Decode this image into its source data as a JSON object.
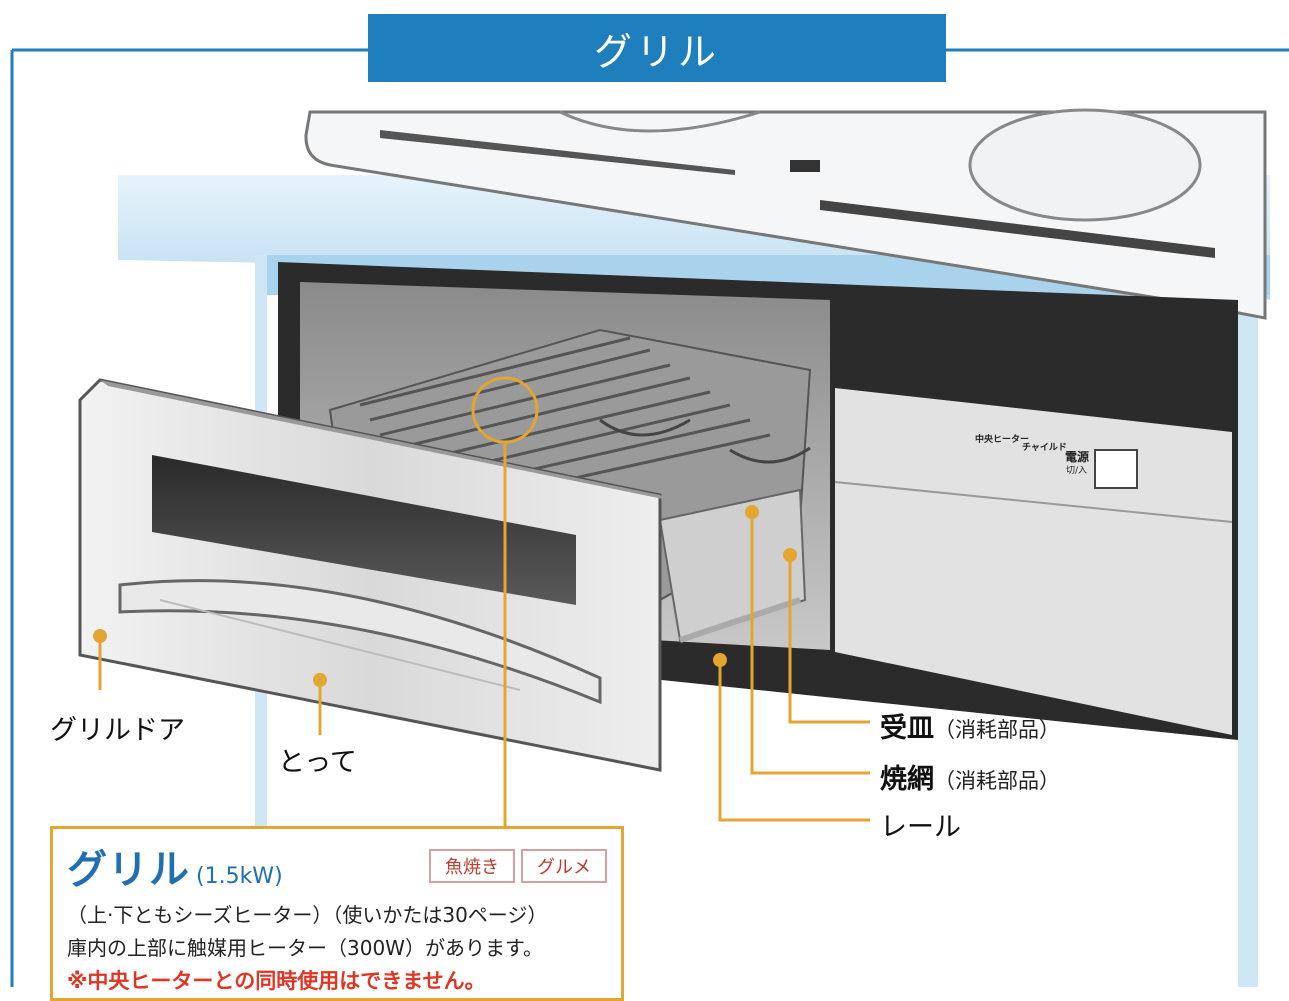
{
  "title": "グリル",
  "labels": {
    "grill_door": "グリルドア",
    "handle": "とって",
    "receiving_tray": "受皿",
    "receiving_tray_note": "（消耗部品）",
    "grill_net": "焼網",
    "grill_net_note": "（消耗部品）",
    "rail": "レール"
  },
  "info_box": {
    "heading": "グリル",
    "power": "(1.5kW)",
    "tags": [
      "魚焼き",
      "グルメ"
    ],
    "line1": "（上·下ともシーズヒーター）（使いかたは30ページ）",
    "line2": "庫内の上部に触媒用ヒーター（300W）があります。",
    "warning": "※中央ヒーターとの同時使用はできません。"
  },
  "panel": {
    "indicator1": "中央ヒーター",
    "indicator2": "チャイルド",
    "power_label": "電源",
    "power_sub": "切/入"
  },
  "colors": {
    "title_bar": "#1f7fbd",
    "leader": "#e4a531",
    "counter": "#cfe6f5",
    "info_heading": "#1f6fb2",
    "warning": "#e03524"
  }
}
